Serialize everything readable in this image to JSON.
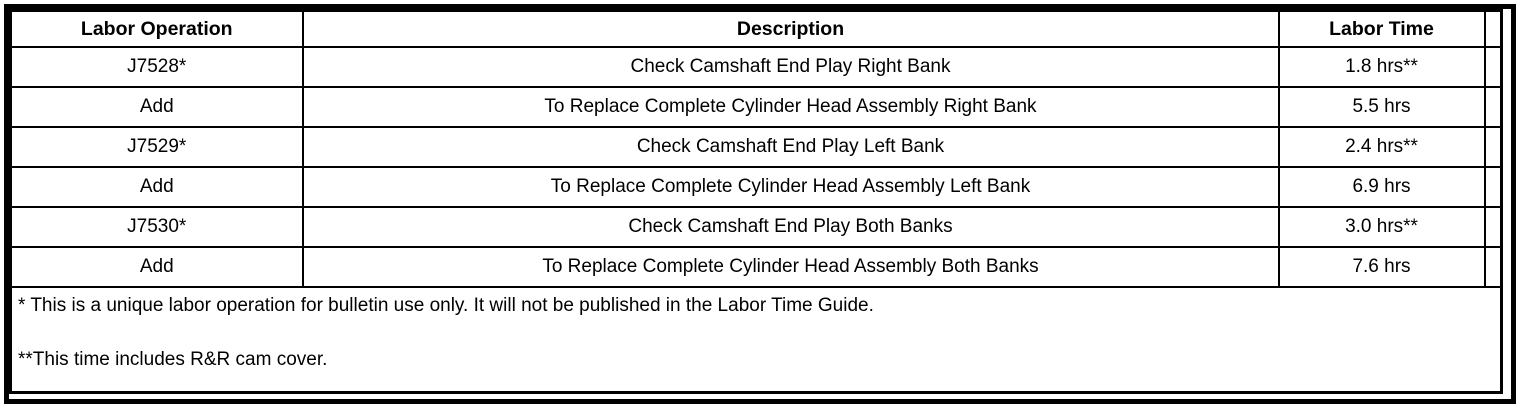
{
  "table": {
    "columns": [
      {
        "label": "Labor Operation"
      },
      {
        "label": "Description"
      },
      {
        "label": "Labor Time"
      },
      {
        "label": ""
      }
    ],
    "rows": [
      {
        "operation": "J7528*",
        "description": "Check Camshaft End Play Right Bank",
        "time": "1.8 hrs**"
      },
      {
        "operation": "Add",
        "description": "To Replace Complete Cylinder Head Assembly Right Bank",
        "time": "5.5 hrs"
      },
      {
        "operation": "J7529*",
        "description": "Check Camshaft End Play Left Bank",
        "time": "2.4 hrs**"
      },
      {
        "operation": "Add",
        "description": "To Replace Complete Cylinder Head Assembly Left Bank",
        "time": "6.9 hrs"
      },
      {
        "operation": "J7530*",
        "description": "Check Camshaft End Play Both Banks",
        "time": "3.0 hrs**"
      },
      {
        "operation": "Add",
        "description": "To Replace Complete Cylinder Head Assembly Both Banks",
        "time": "7.6 hrs"
      }
    ],
    "footnotes": [
      "* This is a unique labor operation for bulletin use only. It will not be published in the Labor Time Guide.",
      "**This time includes R&R cam cover."
    ]
  },
  "colors": {
    "border": "#000000",
    "background": "#ffffff",
    "text": "#000000"
  }
}
